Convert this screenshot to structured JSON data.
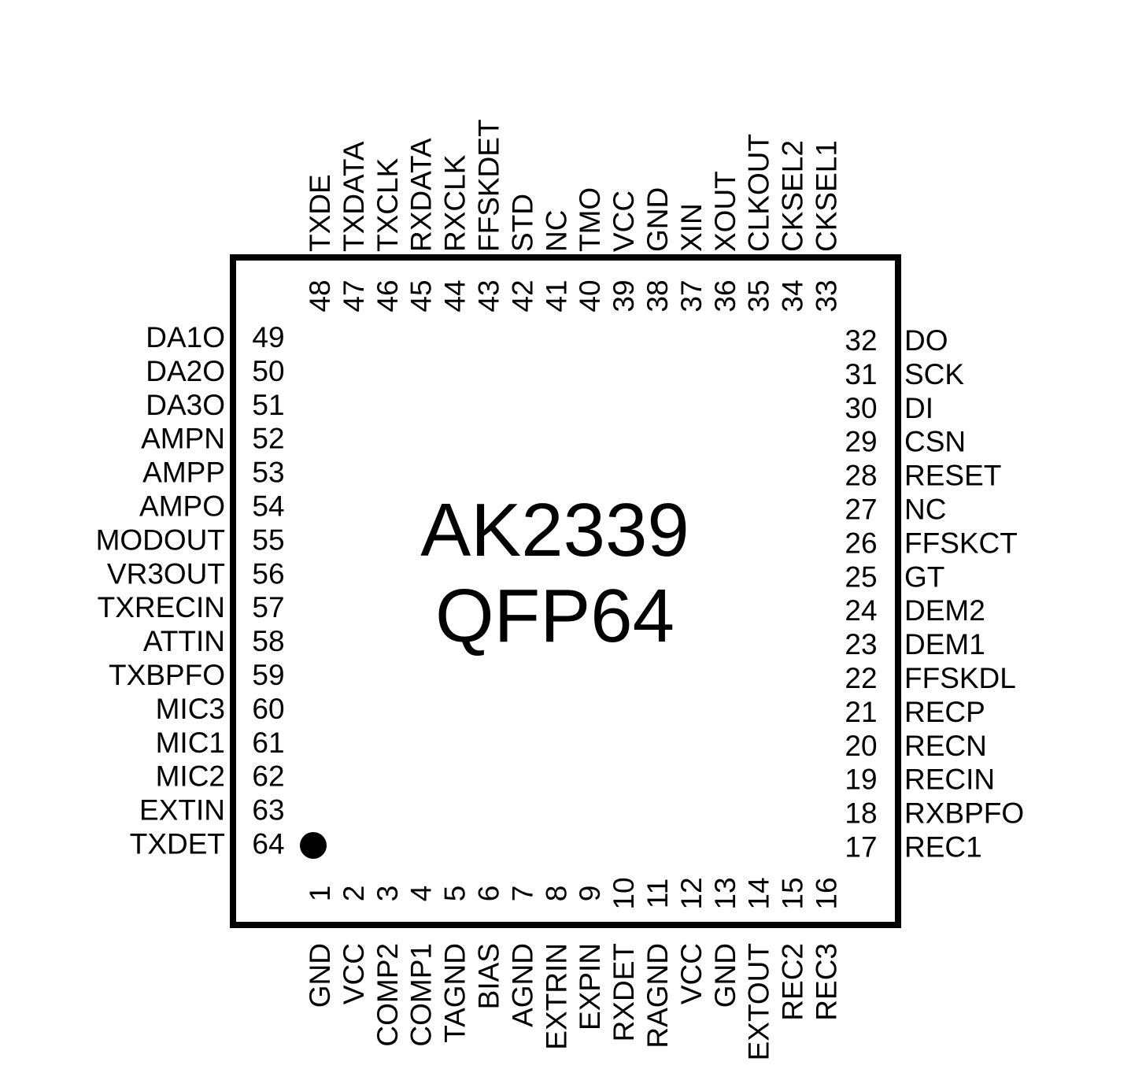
{
  "chip": {
    "part": "AK2339",
    "package": "QFP64",
    "colors": {
      "ink": "#000000",
      "background": "#ffffff"
    }
  },
  "pins": {
    "bottom": [
      {
        "num": "1",
        "name": "GND"
      },
      {
        "num": "2",
        "name": "VCC"
      },
      {
        "num": "3",
        "name": "COMP2"
      },
      {
        "num": "4",
        "name": "COMP1"
      },
      {
        "num": "5",
        "name": "TAGND"
      },
      {
        "num": "6",
        "name": "BIAS"
      },
      {
        "num": "7",
        "name": "AGND"
      },
      {
        "num": "8",
        "name": "EXTRIN"
      },
      {
        "num": "9",
        "name": "EXPIN"
      },
      {
        "num": "10",
        "name": "RXDET"
      },
      {
        "num": "11",
        "name": "RAGND"
      },
      {
        "num": "12",
        "name": "VCC"
      },
      {
        "num": "13",
        "name": "GND"
      },
      {
        "num": "14",
        "name": "EXTOUT"
      },
      {
        "num": "15",
        "name": "REC2"
      },
      {
        "num": "16",
        "name": "REC3"
      }
    ],
    "right": [
      {
        "num": "32",
        "name": "DO"
      },
      {
        "num": "31",
        "name": "SCK"
      },
      {
        "num": "30",
        "name": "DI"
      },
      {
        "num": "29",
        "name": "CSN"
      },
      {
        "num": "28",
        "name": "RESET"
      },
      {
        "num": "27",
        "name": "NC"
      },
      {
        "num": "26",
        "name": "FFSKCT"
      },
      {
        "num": "25",
        "name": "GT"
      },
      {
        "num": "24",
        "name": "DEM2"
      },
      {
        "num": "23",
        "name": "DEM1"
      },
      {
        "num": "22",
        "name": "FFSKDL"
      },
      {
        "num": "21",
        "name": "RECP"
      },
      {
        "num": "20",
        "name": "RECN"
      },
      {
        "num": "19",
        "name": "RECIN"
      },
      {
        "num": "18",
        "name": "RXBPFO"
      },
      {
        "num": "17",
        "name": "REC1"
      }
    ],
    "top": [
      {
        "num": "48",
        "name": "TXDE"
      },
      {
        "num": "47",
        "name": "TXDATA"
      },
      {
        "num": "46",
        "name": "TXCLK"
      },
      {
        "num": "45",
        "name": "RXDATA"
      },
      {
        "num": "44",
        "name": "RXCLK"
      },
      {
        "num": "43",
        "name": "FFSKDET"
      },
      {
        "num": "42",
        "name": "STD"
      },
      {
        "num": "41",
        "name": "NC"
      },
      {
        "num": "40",
        "name": "TMO"
      },
      {
        "num": "39",
        "name": "VCC"
      },
      {
        "num": "38",
        "name": "GND"
      },
      {
        "num": "37",
        "name": "XIN"
      },
      {
        "num": "36",
        "name": "XOUT"
      },
      {
        "num": "35",
        "name": "CLKOUT"
      },
      {
        "num": "34",
        "name": "CKSEL2"
      },
      {
        "num": "33",
        "name": "CKSEL1"
      }
    ],
    "left": [
      {
        "num": "49",
        "name": "DA1O"
      },
      {
        "num": "50",
        "name": "DA2O"
      },
      {
        "num": "51",
        "name": "DA3O"
      },
      {
        "num": "52",
        "name": "AMPN"
      },
      {
        "num": "53",
        "name": "AMPP"
      },
      {
        "num": "54",
        "name": "AMPO"
      },
      {
        "num": "55",
        "name": "MODOUT"
      },
      {
        "num": "56",
        "name": "VR3OUT"
      },
      {
        "num": "57",
        "name": "TXRECIN"
      },
      {
        "num": "58",
        "name": "ATTIN"
      },
      {
        "num": "59",
        "name": "TXBPFO"
      },
      {
        "num": "60",
        "name": "MIC3"
      },
      {
        "num": "61",
        "name": "MIC1"
      },
      {
        "num": "62",
        "name": "MIC2"
      },
      {
        "num": "63",
        "name": "EXTIN"
      },
      {
        "num": "64",
        "name": "TXDET"
      }
    ]
  }
}
